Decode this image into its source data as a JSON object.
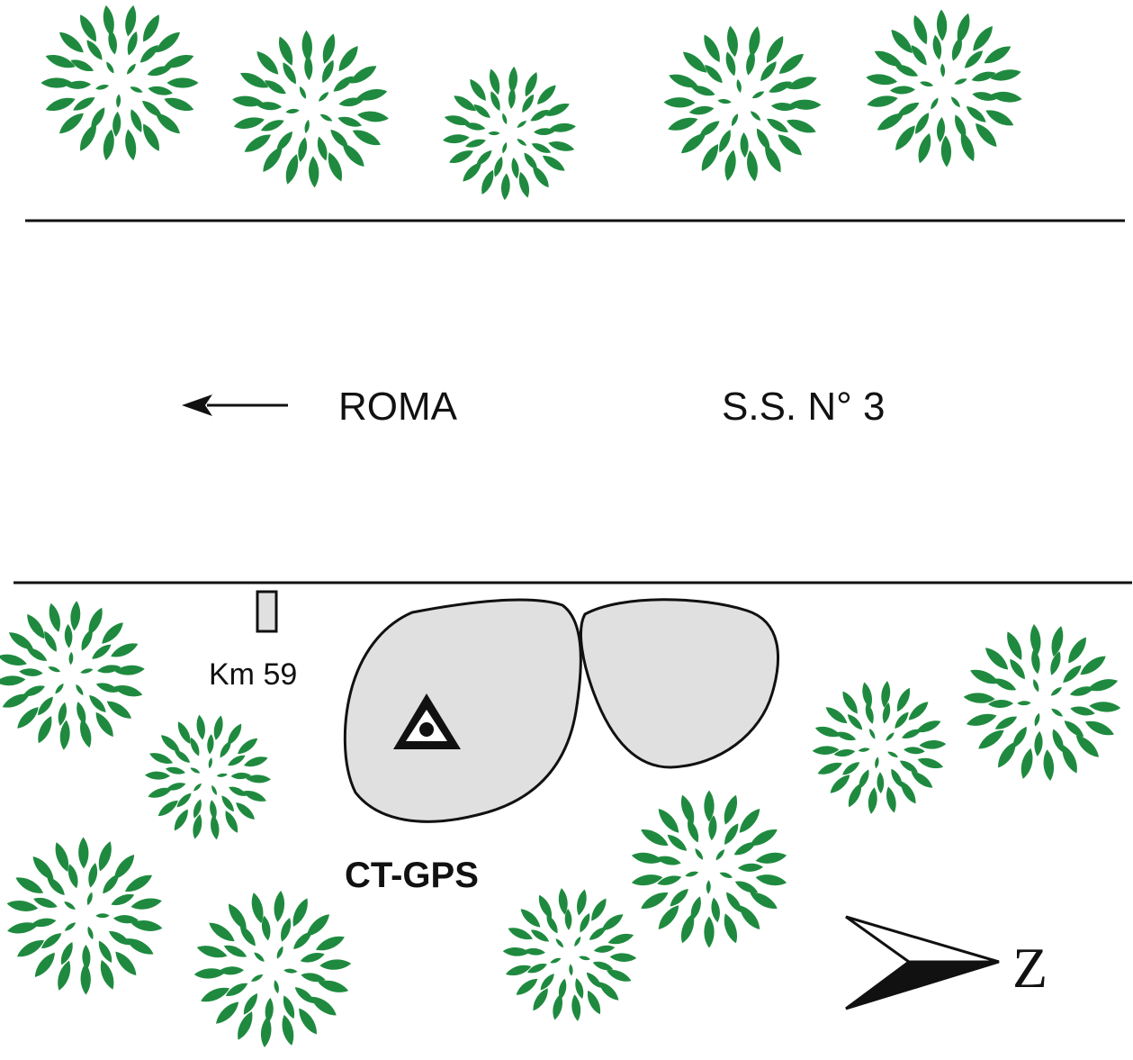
{
  "labels": {
    "direction": "ROMA",
    "road": "S.S. N° 3",
    "km_marker": "Km 59",
    "station": "CT-GPS",
    "north": "Z"
  },
  "colors": {
    "vegetation": "#1f8a3f",
    "parcel": "#e0e0e0",
    "ink": "#111111"
  },
  "icons": {
    "tree": "tree-icon",
    "station": "triangle-circle-benchmark-icon",
    "north_arrow": "north-arrow-icon",
    "direction_arrow": "arrow-left-icon"
  }
}
